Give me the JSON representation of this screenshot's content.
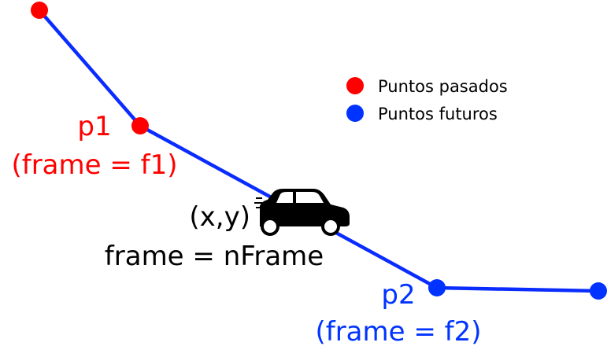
{
  "colors": {
    "past": "#ff0000",
    "future": "#0033ff",
    "path": "#0a2cff",
    "text": "#000000",
    "car": "#000000"
  },
  "legend": {
    "past_label": "Puntos pasados",
    "future_label": "Puntos futuros"
  },
  "labels": {
    "p1_name": "p1",
    "p1_frame": "(frame = f1)",
    "p2_name": "p2",
    "p2_frame": "(frame = f2)",
    "car_position": "(x,y)",
    "car_frame": "frame = nFrame"
  },
  "icons": {
    "vehicle": "car-icon"
  }
}
